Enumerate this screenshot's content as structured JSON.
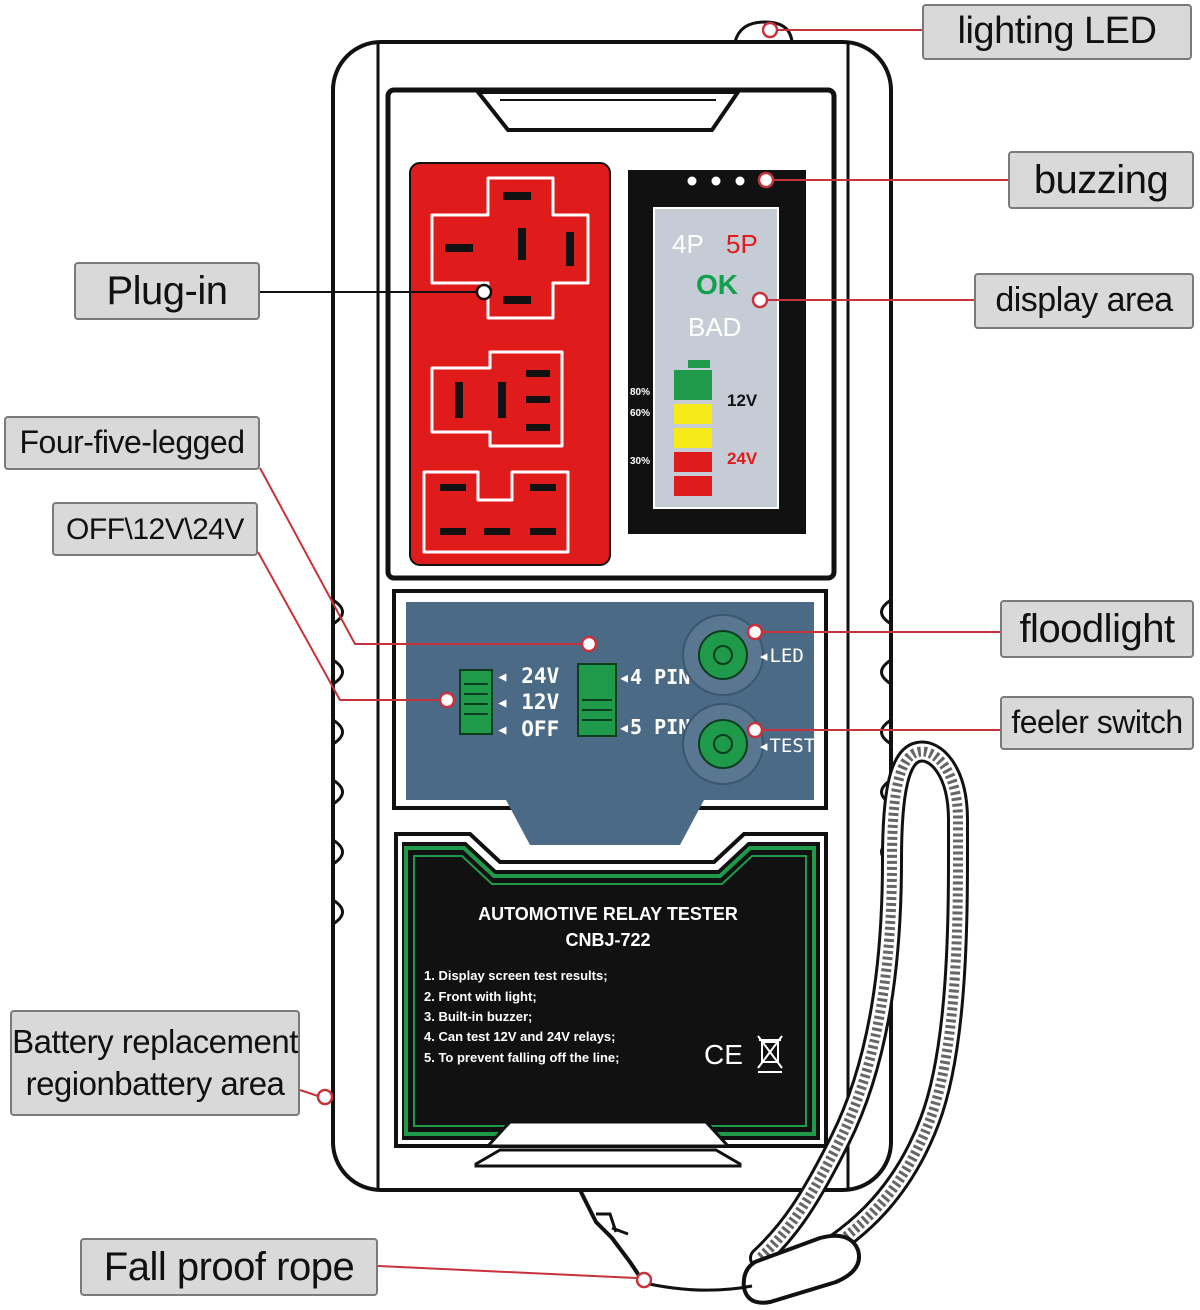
{
  "callouts": {
    "lighting_led": "lighting LED",
    "buzzing": "buzzing",
    "plug_in": "Plug-in",
    "display_area": "display area",
    "four_five_legged": "Four-five-legged",
    "off_12v_24v": "OFF\\12V\\24V",
    "floodlight": "floodlight",
    "feeler_switch": "feeler switch",
    "battery_line1": "Battery replacement",
    "battery_line2": "regionbattery area",
    "fall_proof_rope": "Fall proof rope"
  },
  "display": {
    "p4": "4P",
    "p5": "5P",
    "ok": "OK",
    "bad": "BAD",
    "pct80": "80%",
    "pct60": "60%",
    "pct30": "30%",
    "v12": "12V",
    "v24": "24V"
  },
  "controls": {
    "v24": "◂ 24V",
    "v12": "◂ 12V",
    "off": "◂ OFF",
    "pin4": "◂4 PIN",
    "pin5": "◂5 PIN",
    "led": "◂LED",
    "test": "◂TEST"
  },
  "panel": {
    "title": "AUTOMOTIVE RELAY TESTER",
    "model": "CNBJ-722",
    "features": [
      "1. Display screen test results;",
      "2. Front with light;",
      "3. Built-in buzzer;",
      "4. Can test 12V and 24V relays;",
      "5. To prevent falling off the line;"
    ],
    "marks": "CE"
  },
  "colors": {
    "socket_red": "#e01b1b",
    "control_panel": "#4a6a86",
    "panel_green": "#1f9a4a",
    "ok_green": "#12a04a",
    "label_red": "#e01b1b",
    "leader_red": "#c8323c"
  }
}
